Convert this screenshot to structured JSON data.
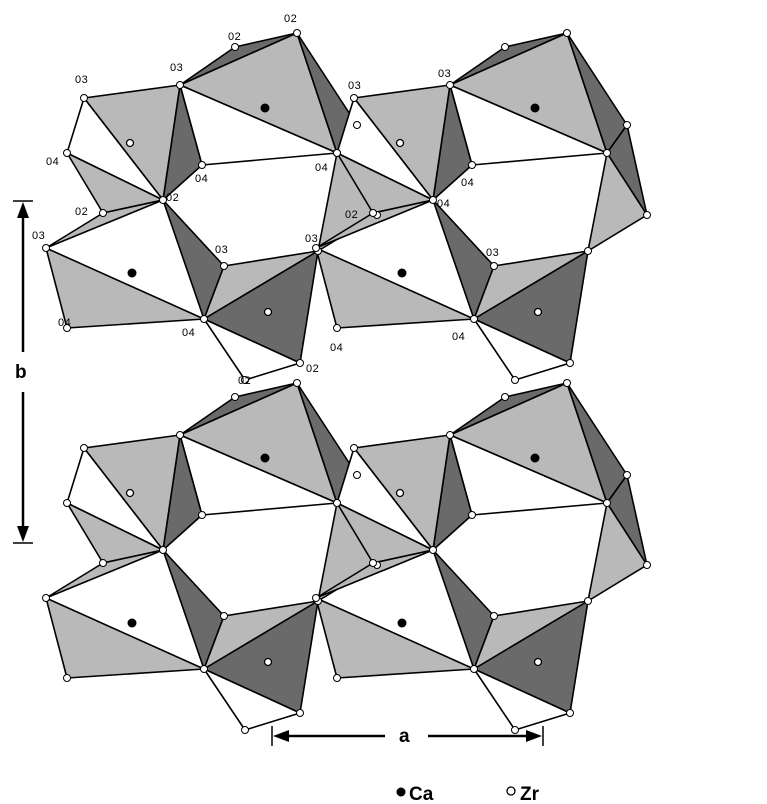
{
  "figure": {
    "axes": {
      "a_label": "a",
      "b_label": "b"
    },
    "atom_labels": [
      "02",
      "02",
      "03",
      "03",
      "03",
      "03",
      "04",
      "04",
      "04",
      "04",
      "04",
      "02",
      "02",
      "02",
      "03",
      "03",
      "03",
      "03",
      "04",
      "04",
      "04",
      "04",
      "02",
      "02"
    ],
    "legend": {
      "ca_label": "Ca",
      "zr_label": "Zr",
      "ca_symbol": "filled-circle",
      "zr_symbol": "open-circle"
    },
    "colors": {
      "light_polyhedra": "#b9b9b9",
      "dark_polyhedra": "#6a6a6a"
    }
  }
}
